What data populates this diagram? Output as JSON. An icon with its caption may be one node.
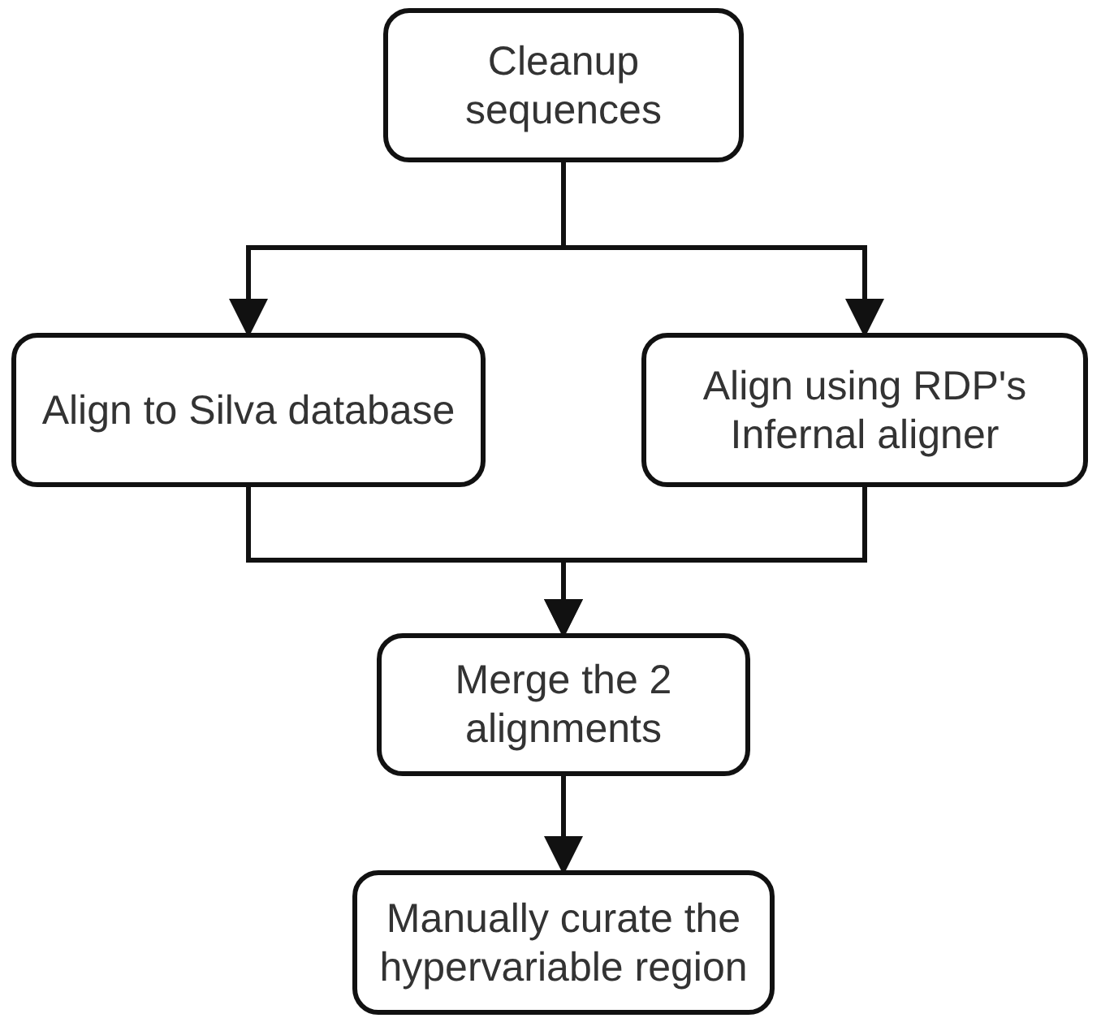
{
  "diagram": {
    "nodes": [
      {
        "text": [
          "Cleanup sequences"
        ]
      },
      {
        "text": [
          "Align to Silva database"
        ]
      },
      {
        "text": [
          "Align using RDP's Infernal aligner"
        ]
      },
      {
        "text": [
          "Merge the 2 alignments"
        ]
      },
      {
        "text": [
          "Manually curate the hypervariable region"
        ]
      }
    ],
    "edges": [
      {
        "from": 0,
        "to": 1,
        "arrow": "to"
      },
      {
        "from": 0,
        "to": 2,
        "arrow": "to"
      },
      {
        "from": 1,
        "to": 3,
        "arrow": "to"
      },
      {
        "from": 2,
        "to": 3,
        "arrow": "to"
      },
      {
        "from": 3,
        "to": 4,
        "arrow": "to"
      }
    ]
  }
}
